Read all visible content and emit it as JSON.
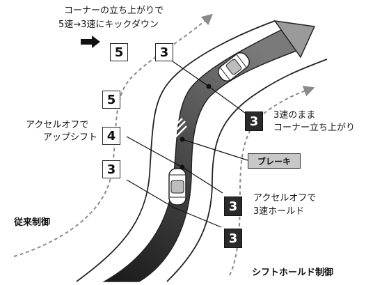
{
  "labels": {
    "corner_exit_line1": "コーナーの立ち上がりで",
    "corner_exit_line2": "5速→3速にキックダウン",
    "accel_off_line1": "アクセルオフで",
    "accel_off_line2": "アップシフト",
    "keep3_line1": "3速のまま",
    "keep3_line2": "コーナー立ち上がり",
    "brake": "ブレーキ",
    "accel_hold_line1": "アクセルオフで",
    "accel_hold_line2": "3速ホールド",
    "conventional": "従来制御",
    "shift_hold": "シフトホールド制御"
  },
  "gears": {
    "top_left": "5",
    "top_right": "3",
    "left_top": "5",
    "left_mid": "4",
    "left_bottom": "3",
    "right_keep": "3",
    "right_hold": "3",
    "right_bottom": "3"
  },
  "colors": {
    "road": "#3a3a3a",
    "road_edge": "#222222",
    "box_black": "#2a2a2a",
    "brake_fill": "#c8c8c8",
    "dotted": "#8a8a8a"
  }
}
